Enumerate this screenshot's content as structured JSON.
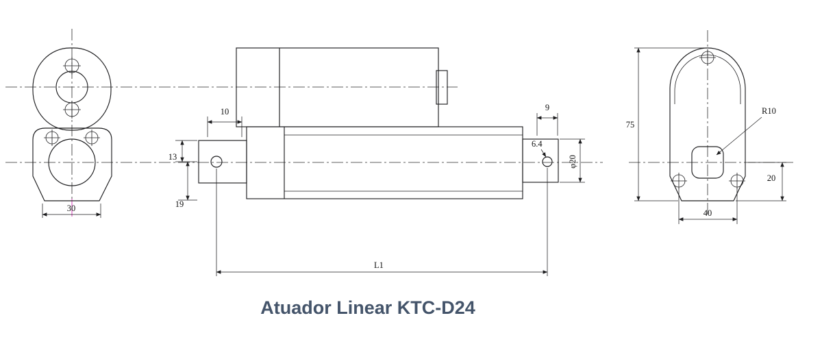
{
  "title": "Atuador Linear KTC-D24",
  "colors": {
    "line": "#1d1d1f",
    "title": "#44546a",
    "highlight": "#e060c8"
  },
  "dimensions": {
    "left_view_width": "30",
    "rear_mount_width": "10",
    "rear_mount_height": "13",
    "rear_mount_offset": "19",
    "rod_clevis_width": "9",
    "rod_hole_diameter": "6.4",
    "clevis_outer_diameter": "φ20",
    "overall_length": "L1",
    "rear_view_height": "75",
    "corner_radius": "R10",
    "shaft_offset": "20",
    "rear_view_width": "40"
  }
}
